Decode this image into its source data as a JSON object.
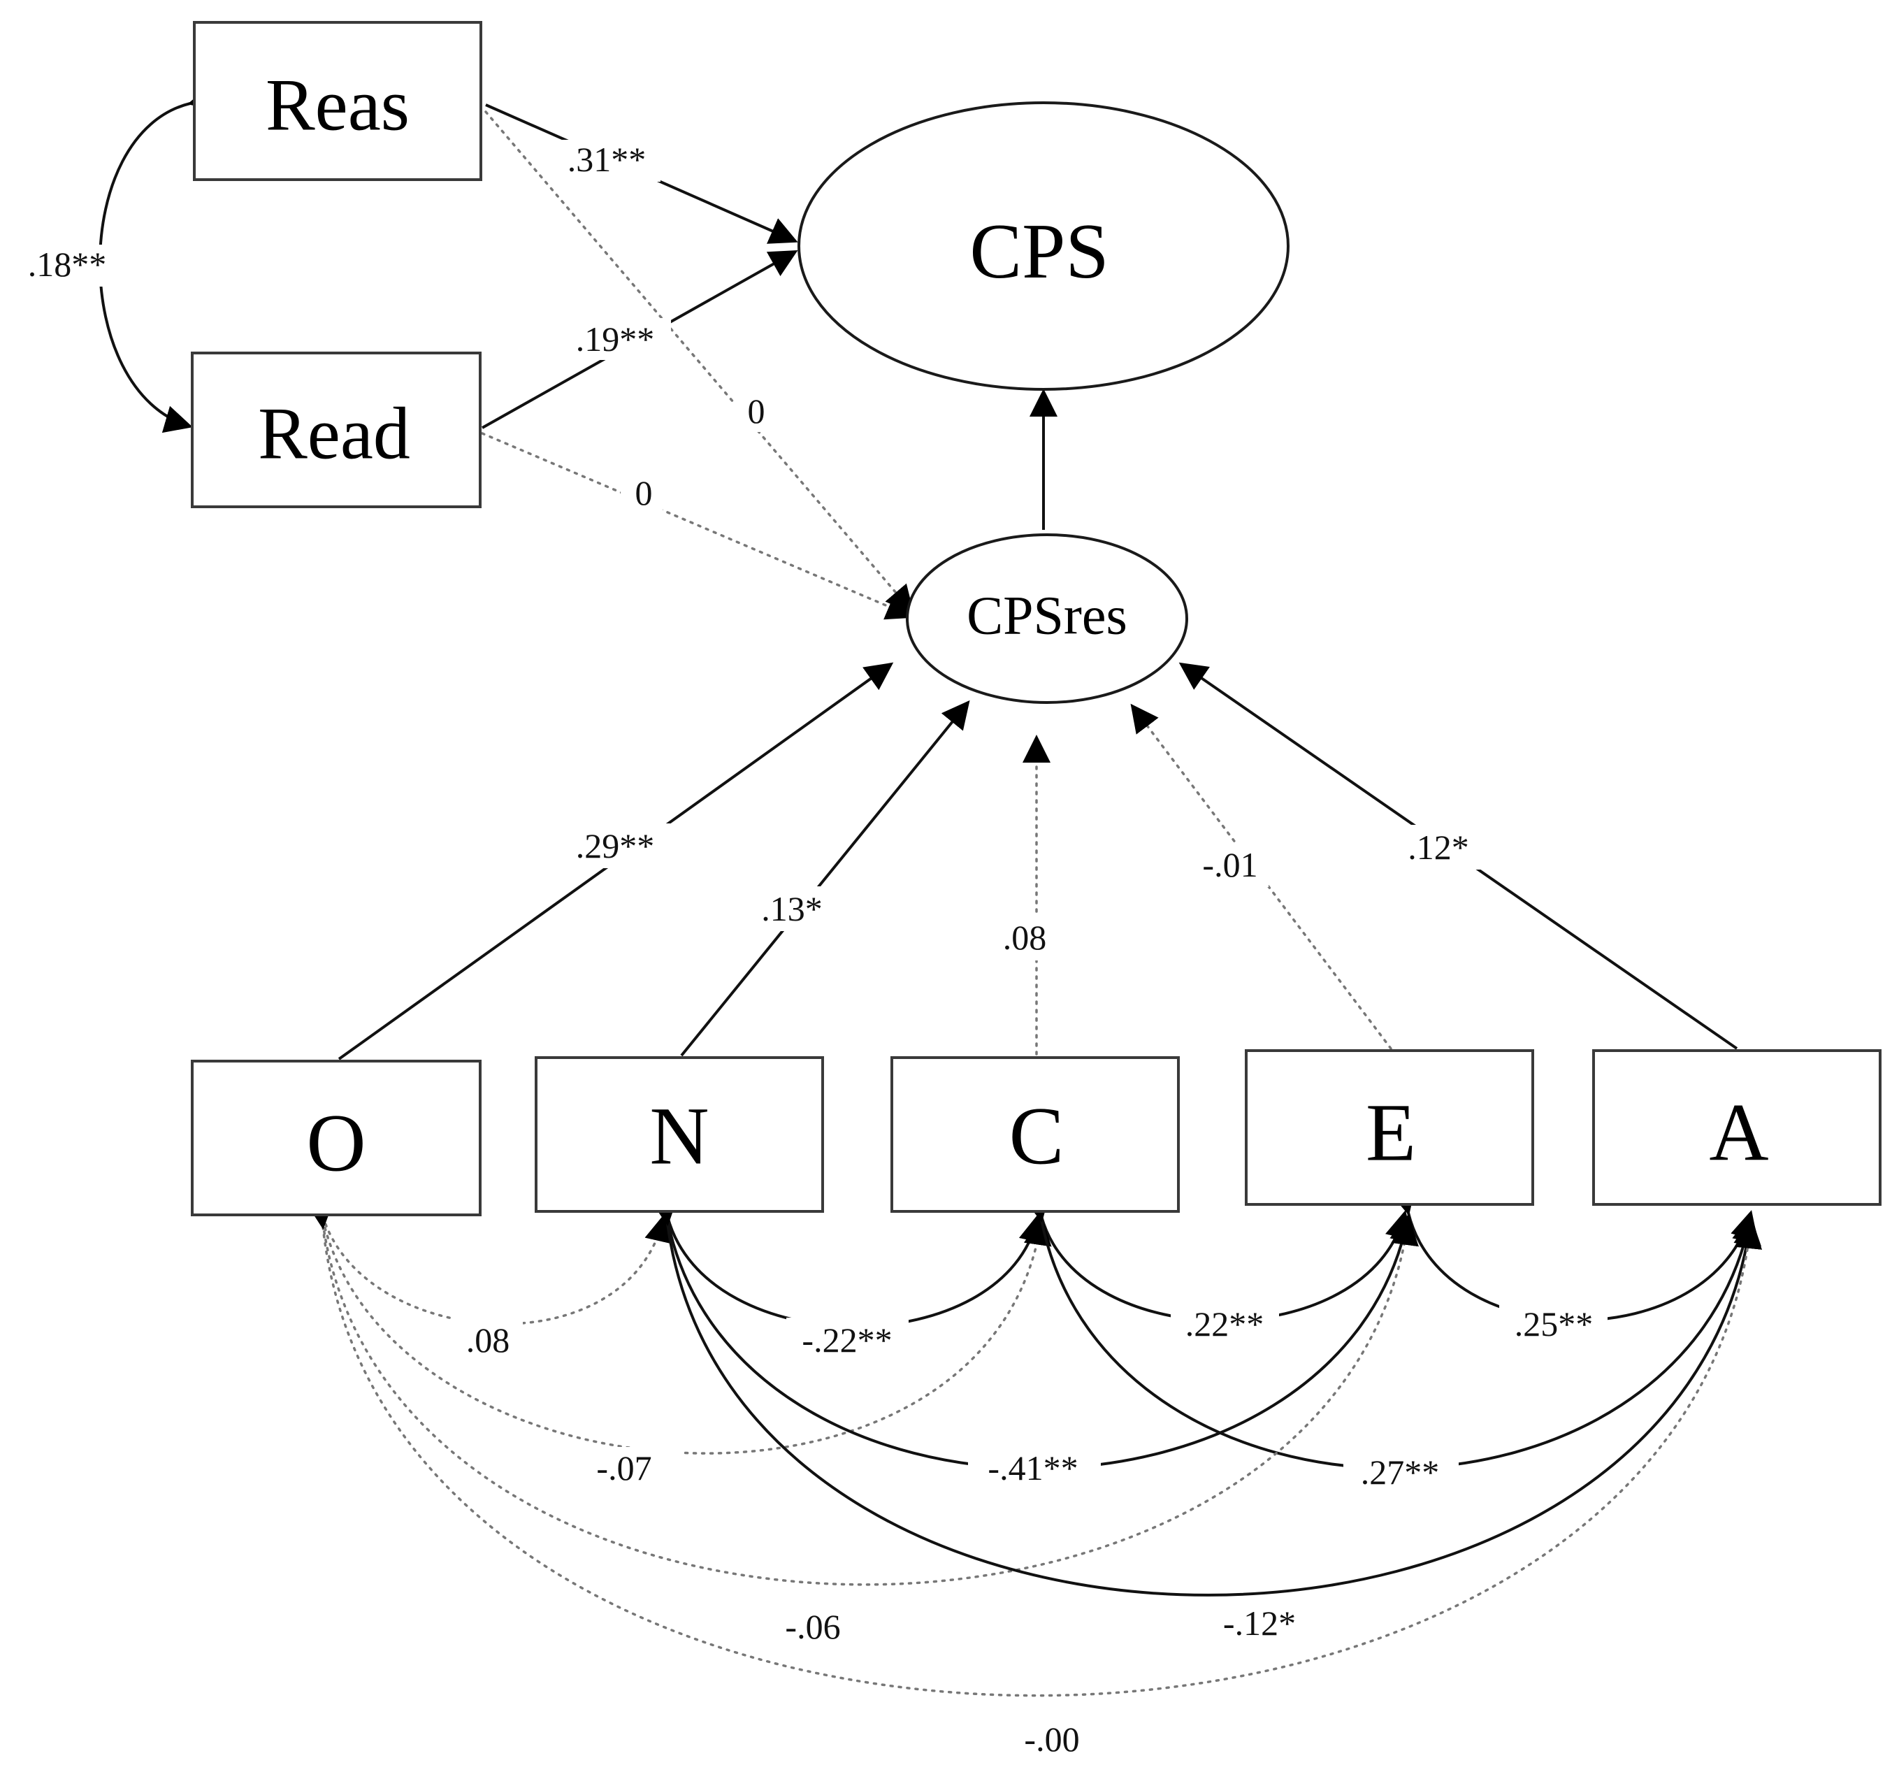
{
  "nodes": {
    "reas": "Reas",
    "read": "Read",
    "cps": "CPS",
    "cpsres": "CPSres",
    "o": "O",
    "n": "N",
    "c": "C",
    "e": "E",
    "a": "A"
  },
  "coefficients": {
    "reas_read": ".18**",
    "reas_cps": ".31**",
    "read_cps": ".19**",
    "reas_cpsres": "0",
    "read_cpsres": "0",
    "o_cpsres": ".29**",
    "n_cpsres": ".13*",
    "c_cpsres": ".08",
    "e_cpsres": "-.01",
    "a_cpsres": ".12*",
    "o_n": ".08",
    "n_c": "-.22**",
    "c_e": ".22**",
    "e_a": ".25**",
    "o_c": "-.07",
    "n_e": "-.41**",
    "c_a": ".27**",
    "o_e": "-.06",
    "n_a": "-.12*",
    "o_a": "-.00"
  },
  "significance": {
    "solid": "significant path",
    "dotted": "non-significant path"
  }
}
